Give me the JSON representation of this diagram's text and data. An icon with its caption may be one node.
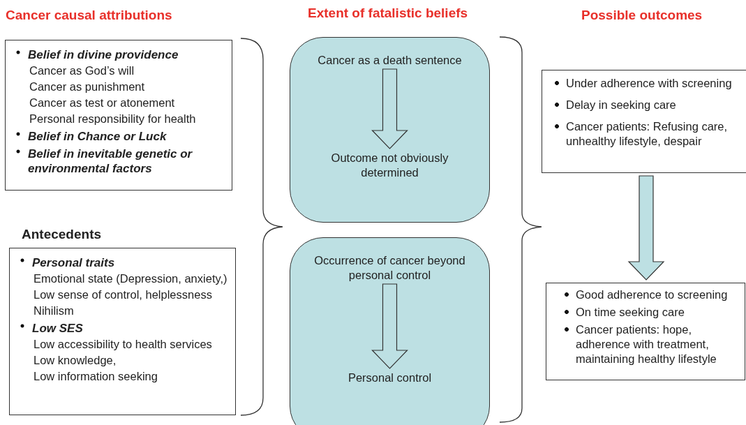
{
  "diagram": {
    "nodes": [
      {
        "text": [
          "Belief in divine providence",
          "Cancer as God’s will",
          "Cancer as punishment",
          "Cancer as test or atonement",
          "Personal responsibility for health",
          "Belief in Chance or Luck",
          "Belief in inevitable genetic or environmental factors"
        ]
      },
      {
        "text": [
          "Antecedents",
          "Personal traits",
          "Emotional state (Depression, anxiety,)",
          "Low sense of control, helplessness",
          "Nihilism",
          "Low SES",
          "Low accessibility to health services",
          "Low knowledge,",
          "Low information seeking"
        ]
      },
      {
        "text": [],
        "shape": "box"
      },
      {
        "text": [
          "Cancer as a death sentence"
        ],
        "in": 2
      },
      {
        "text": [
          "Outcome not obviously determined"
        ],
        "in": 2
      },
      {
        "text": [],
        "shape": "box"
      },
      {
        "text": [
          "Occurrence of cancer beyond personal control"
        ],
        "in": 5
      },
      {
        "text": [
          "Personal control"
        ],
        "in": 5
      },
      {
        "text": [
          "Under adherence with screening",
          "Delay in seeking care",
          "Cancer patients: Refusing care, unhealthy lifestyle, despair"
        ]
      },
      {
        "text": [
          "Good adherence to screening",
          "On time seeking care",
          "Cancer patients: hope, adherence with treatment, maintaining healthy lifestyle"
        ]
      }
    ],
    "edges": [
      {
        "from": 3,
        "to": 4,
        "arrow": "to"
      },
      {
        "from": 6,
        "to": 7,
        "arrow": "to"
      },
      {
        "from": 8,
        "to": 9,
        "arrow": "to"
      }
    ],
    "labels": [
      "Cancer causal attributions",
      "Extent of fatalistic beliefs",
      "Possible outcomes"
    ]
  }
}
